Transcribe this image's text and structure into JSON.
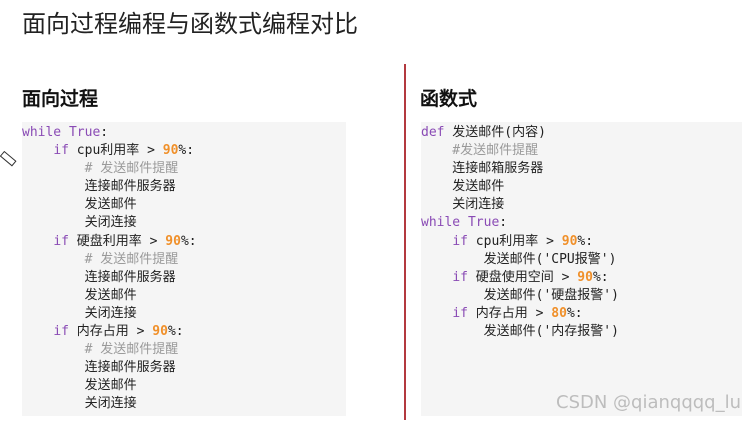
{
  "title": "面向过程编程与函数式编程对比",
  "left": {
    "heading": "面向过程",
    "lines": [
      [
        {
          "t": "while True",
          "c": "kw"
        },
        {
          "t": ":",
          "c": "tx"
        }
      ],
      [
        {
          "t": "    ",
          "c": "tx"
        },
        {
          "t": "if",
          "c": "kw"
        },
        {
          "t": " cpu利用率 > ",
          "c": "tx"
        },
        {
          "t": "90",
          "c": "num"
        },
        {
          "t": "%:",
          "c": "tx"
        }
      ],
      [
        {
          "t": "        # 发送邮件提醒",
          "c": "cm"
        }
      ],
      [
        {
          "t": "        连接邮件服务器",
          "c": "tx"
        }
      ],
      [
        {
          "t": "        发送邮件",
          "c": "tx"
        }
      ],
      [
        {
          "t": "        关闭连接",
          "c": "tx"
        }
      ],
      [
        {
          "t": "    ",
          "c": "tx"
        },
        {
          "t": "if",
          "c": "kw"
        },
        {
          "t": " 硬盘利用率 > ",
          "c": "tx"
        },
        {
          "t": "90",
          "c": "num"
        },
        {
          "t": "%:",
          "c": "tx"
        }
      ],
      [
        {
          "t": "        # 发送邮件提醒",
          "c": "cm"
        }
      ],
      [
        {
          "t": "        连接邮件服务器",
          "c": "tx"
        }
      ],
      [
        {
          "t": "        发送邮件",
          "c": "tx"
        }
      ],
      [
        {
          "t": "        关闭连接",
          "c": "tx"
        }
      ],
      [
        {
          "t": "    ",
          "c": "tx"
        },
        {
          "t": "if",
          "c": "kw"
        },
        {
          "t": " 内存占用 > ",
          "c": "tx"
        },
        {
          "t": "90",
          "c": "num"
        },
        {
          "t": "%:",
          "c": "tx"
        }
      ],
      [
        {
          "t": "        # 发送邮件提醒",
          "c": "cm"
        }
      ],
      [
        {
          "t": "        连接邮件服务器",
          "c": "tx"
        }
      ],
      [
        {
          "t": "        发送邮件",
          "c": "tx"
        }
      ],
      [
        {
          "t": "        关闭连接",
          "c": "tx"
        }
      ]
    ]
  },
  "right": {
    "heading": "函数式",
    "lines": [
      [
        {
          "t": "def",
          "c": "kw"
        },
        {
          "t": " 发送邮件(内容)",
          "c": "tx"
        }
      ],
      [
        {
          "t": "    #发送邮件提醒",
          "c": "cm"
        }
      ],
      [
        {
          "t": "    连接邮箱服务器",
          "c": "tx"
        }
      ],
      [
        {
          "t": "    发送邮件",
          "c": "tx"
        }
      ],
      [
        {
          "t": "    关闭连接",
          "c": "tx"
        }
      ],
      [
        {
          "t": "while True",
          "c": "kw"
        },
        {
          "t": ":",
          "c": "tx"
        }
      ],
      [
        {
          "t": "    ",
          "c": "tx"
        },
        {
          "t": "if",
          "c": "kw"
        },
        {
          "t": " cpu利用率 > ",
          "c": "tx"
        },
        {
          "t": "90",
          "c": "num"
        },
        {
          "t": "%:",
          "c": "tx"
        }
      ],
      [
        {
          "t": "        发送邮件('CPU报警')",
          "c": "tx"
        }
      ],
      [
        {
          "t": "    ",
          "c": "tx"
        },
        {
          "t": "if",
          "c": "kw"
        },
        {
          "t": " 硬盘使用空间 > ",
          "c": "tx"
        },
        {
          "t": "90",
          "c": "num"
        },
        {
          "t": "%:",
          "c": "tx"
        }
      ],
      [
        {
          "t": "        发送邮件('硬盘报警')",
          "c": "tx"
        }
      ],
      [
        {
          "t": "    ",
          "c": "tx"
        },
        {
          "t": "if",
          "c": "kw"
        },
        {
          "t": " 内存占用 > ",
          "c": "tx"
        },
        {
          "t": "80",
          "c": "num"
        },
        {
          "t": "%:",
          "c": "tx"
        }
      ],
      [
        {
          "t": "        发送邮件('内存报警')",
          "c": "tx"
        }
      ]
    ]
  },
  "watermark": "CSDN @qianqqqq_lu"
}
